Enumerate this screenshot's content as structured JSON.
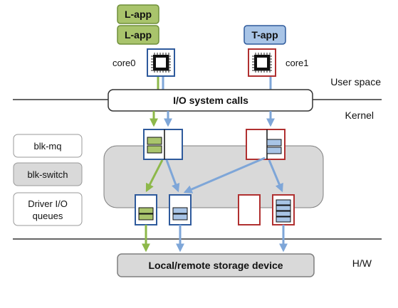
{
  "apps": {
    "l_app_top": "L-app",
    "l_app_bottom": "L-app",
    "t_app": "T-app"
  },
  "cores": {
    "core0": "core0",
    "core1": "core1"
  },
  "layers": {
    "user_space": "User space",
    "kernel": "Kernel",
    "hw": "H/W"
  },
  "syscalls": "I/O system calls",
  "legend": {
    "blk_mq": "blk-mq",
    "blk_switch": "blk-switch",
    "driver_queues_line1": "Driver I/O",
    "driver_queues_line2": "queues"
  },
  "storage": "Local/remote storage device",
  "colors": {
    "green_fill": "#a9c46c",
    "green_light": "#c8dd96",
    "green_stroke": "#6f8f3a",
    "blue_fill": "#a8c4e6",
    "blue_stroke": "#2e5a9c",
    "blue_arrow": "#7ea6d8",
    "red_stroke": "#b03030",
    "gray_fill": "#d9d9d9",
    "gray_stroke": "#7f7f7f"
  }
}
